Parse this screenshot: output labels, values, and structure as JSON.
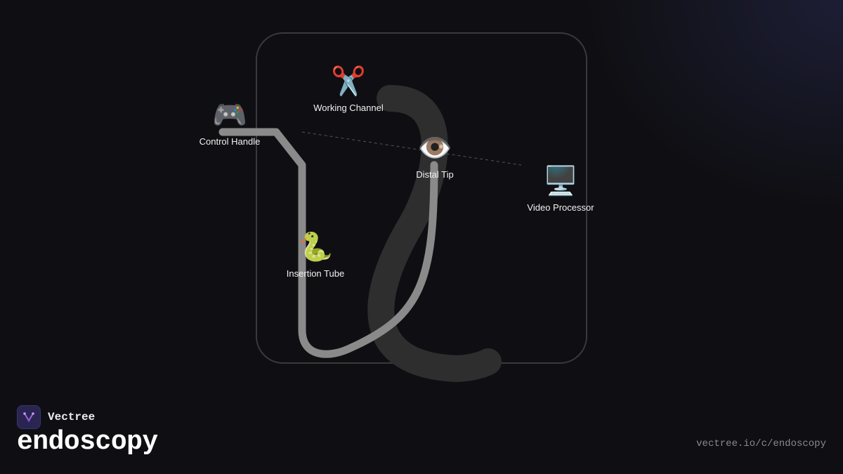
{
  "diagram": {
    "nodes": [
      {
        "id": "working-channel",
        "icon": "✂️",
        "icon_name": "scissors-icon",
        "label": "Working Channel"
      },
      {
        "id": "control-handle",
        "icon": "🎮",
        "icon_name": "game-controller-icon",
        "label": "Control Handle"
      },
      {
        "id": "distal-tip",
        "icon": "👁️",
        "icon_name": "eye-icon",
        "label": "Distal Tip"
      },
      {
        "id": "video-processor",
        "icon": "🖥️",
        "icon_name": "desktop-computer-icon",
        "label": "Video Processor"
      },
      {
        "id": "insertion-tube",
        "icon": "🐍",
        "icon_name": "snake-icon",
        "label": "Insertion Tube"
      }
    ],
    "colors": {
      "background": "#0f0f13",
      "tube": "#8a8a8a",
      "shadow_curve": "#2e2e2e",
      "frame": "#3a3a3a",
      "dashed_link": "#555555"
    }
  },
  "brand": {
    "name": "Vectree",
    "logo_icon": "vectree-logo-icon"
  },
  "title": "endoscopy",
  "url": "vectree.io/c/endoscopy"
}
